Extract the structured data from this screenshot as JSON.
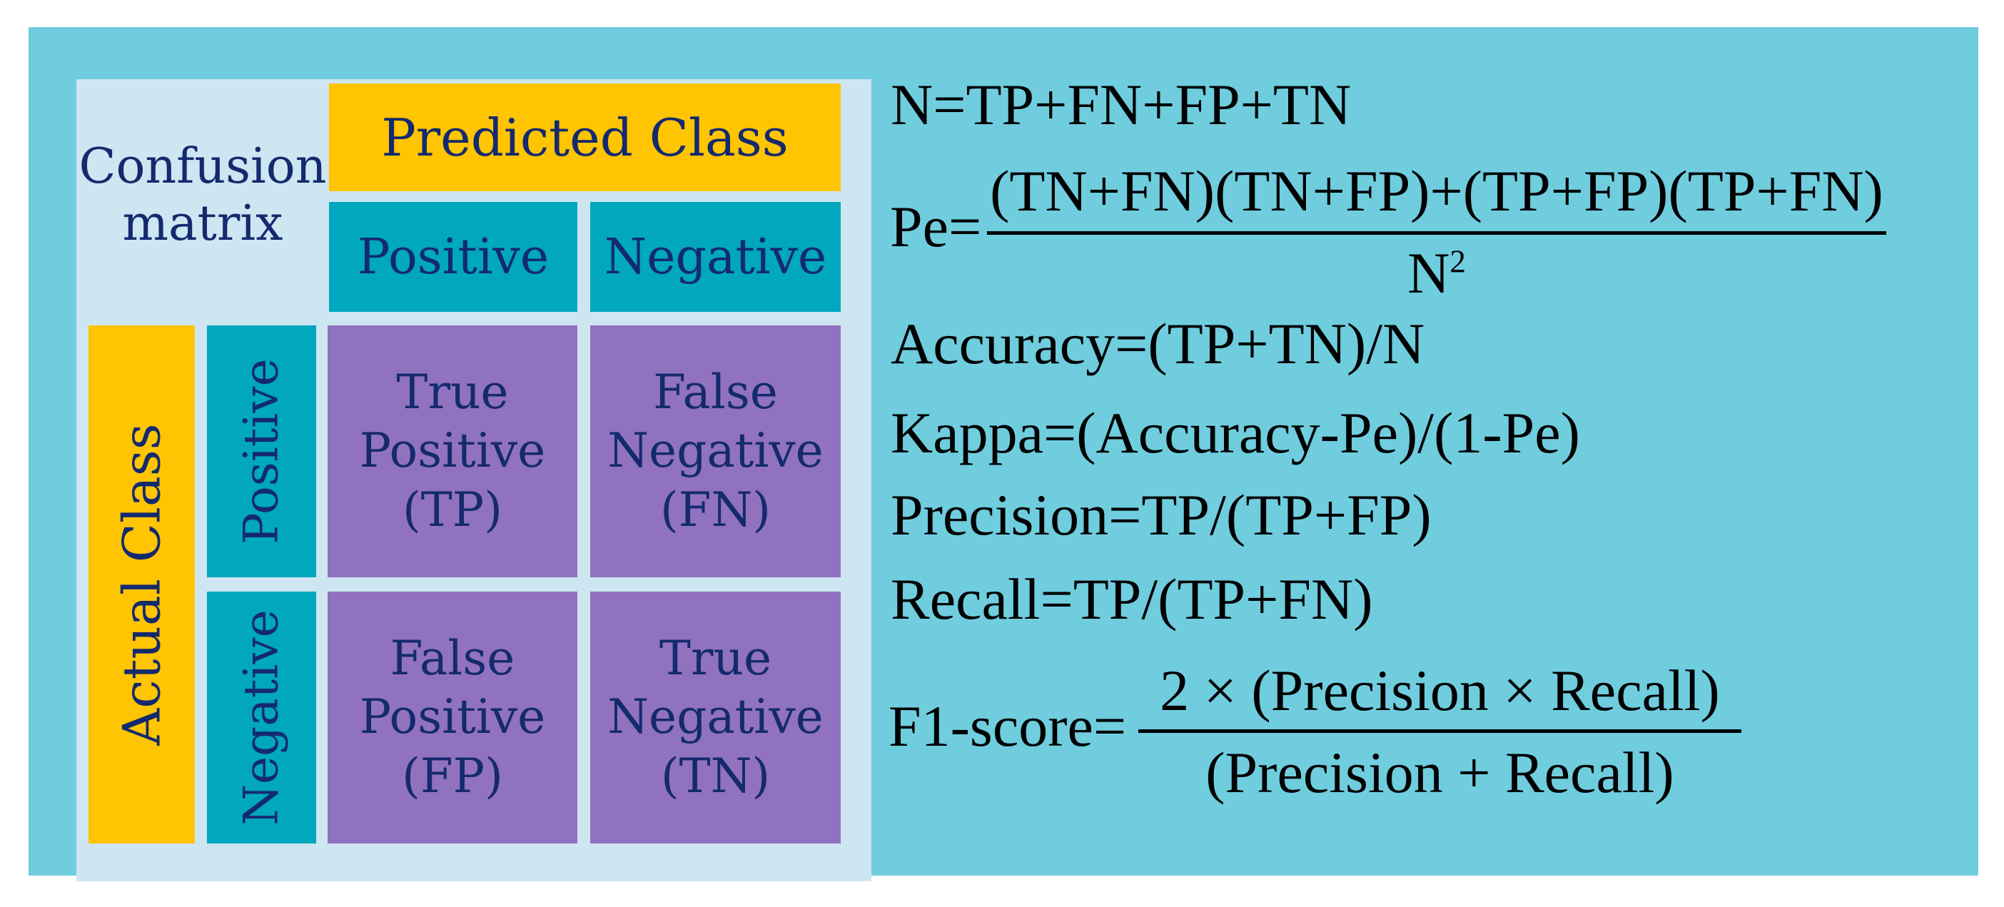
{
  "colors": {
    "page_background": "#ffffff",
    "outer_teal": "#6fcdde",
    "panel_light_blue": "#cee6f1",
    "header_gold": "#ffc402",
    "header_teal": "#00a7be",
    "cell_purple": "#9172be",
    "label_navy": "#142a6e",
    "formula_black": "#000000"
  },
  "matrix": {
    "corner": {
      "line1": "Confusion",
      "line2": "matrix"
    },
    "predicted_header": "Predicted Class",
    "actual_header": "Actual Class",
    "predicted_labels": {
      "positive": "Positive",
      "negative": "Negative"
    },
    "actual_labels": {
      "positive": "Positive",
      "negative": "Negative"
    },
    "cells": [
      {
        "name": "true-positive",
        "lines": [
          "True",
          "Positive",
          "(TP)"
        ]
      },
      {
        "name": "false-negative",
        "lines": [
          "False",
          "Negative",
          "(FN)"
        ]
      },
      {
        "name": "false-positive",
        "lines": [
          "False",
          "Positive",
          "(FP)"
        ]
      },
      {
        "name": "true-negative",
        "lines": [
          "True",
          "Negative",
          "(TN)"
        ]
      }
    ]
  },
  "formulas": {
    "n": "N=TP+FN+FP+TN",
    "pe": {
      "label": "Pe=",
      "numerator": "(TN+FN)(TN+FP)+(TP+FP)(TP+FN)",
      "denominator_base": "N",
      "denominator_exponent": "2"
    },
    "accuracy": "Accuracy=(TP+TN)/N",
    "kappa": "Kappa=(Accuracy-Pe)/(1-Pe)",
    "precision": "Precision=TP/(TP+FP)",
    "recall": "Recall=TP/(TP+FN)",
    "f1": {
      "label": "F1-score=",
      "numerator": "2 × (Precision × Recall)",
      "denominator": "(Precision + Recall)"
    }
  }
}
